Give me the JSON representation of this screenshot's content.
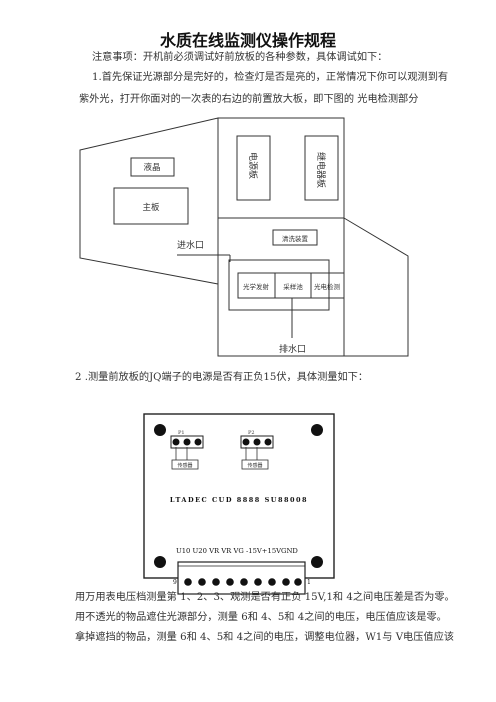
{
  "title": "水质在线监测仪操作规程",
  "paragraphs": {
    "note": "注意事项：开机前必须调试好前放板的各种参数，具体调试如下：",
    "step1_line1": "1.首先保证光源部分是完好的，检查灯是否是亮的，正常情况下你可以观测到有",
    "step1_line2": "紫外光，打开你面对的一次表的右边的前置放大板，即下图的 光电检测部分",
    "step2": "2 .测量前放板的JQ端子的电源是否有正负15伏，具体测量如下：",
    "step3_line1": "用万用表电压档测量第 1、2、3、观测是否有正负 15V,1和 4之间电压差是否为零。",
    "step3_line2": "用不透光的物品遮住光源部分，测量 6和 4、5和 4之间的电压，电压值应该是零。",
    "step3_line3": "拿掉遮挡的物品，测量 6和 4、5和 4之间的电压，调整电位器，W1与 V电压值应该"
  },
  "diagram1": {
    "lcd": "液晶",
    "mainboard": "主板",
    "power_board": "电源板",
    "relay_board": "继电器板",
    "inlet": "进水口",
    "cleaning": "清洗装置",
    "optical_emitter": "光学发射",
    "sample_cell": "采样池",
    "photo_detect": "光电检测",
    "outlet": "排水口"
  },
  "diagram2": {
    "connector_left": "P1",
    "connector_right": "P2",
    "sensor_left": "传感器",
    "sensor_right": "传感器",
    "board_text": "LTADEC CUD 8888 SU88008",
    "terminal_labels": "U10 U20 VR VR VG -15V+15VGND",
    "terminal_left_mark": "9",
    "terminal_right_mark": "1"
  }
}
